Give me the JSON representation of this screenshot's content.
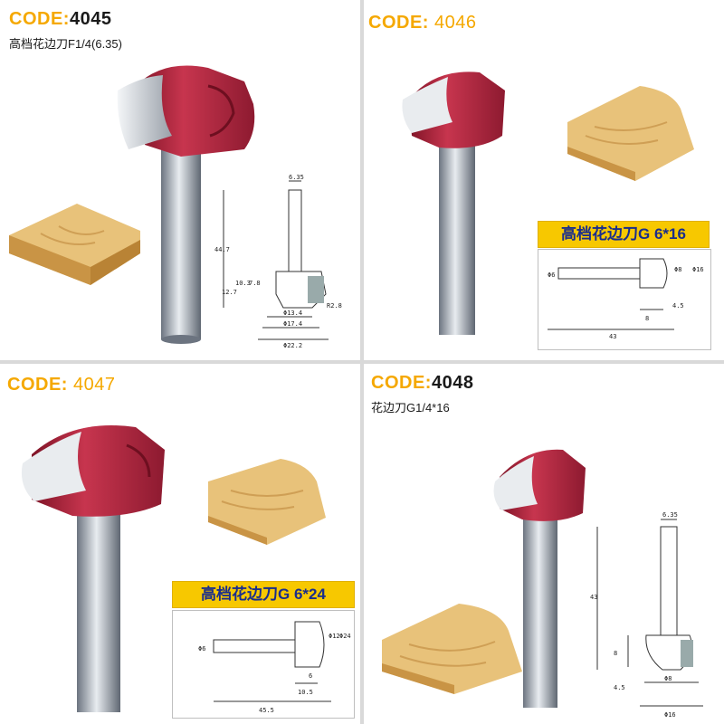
{
  "panels": [
    {
      "code_label": "CODE:",
      "code_number": "4045",
      "subtitle": "高档花边刀F1/4(6.35)",
      "dims": {
        "shank": "6.35",
        "length": "44.7",
        "d1": "Φ13.4",
        "d2": "Φ17.4",
        "d3": "Φ22.2",
        "h1": "7.8",
        "h2": "10.3",
        "h3": "12.7",
        "r": "R2.8"
      }
    },
    {
      "code_label": "CODE:",
      "code_number": "4046",
      "badge": "高档花边刀G 6*16",
      "dims": {
        "shank": "Φ6",
        "cut": "Φ8",
        "dia": "Φ16",
        "l1": "8",
        "l2": "4.5",
        "total": "43"
      }
    },
    {
      "code_label": "CODE:",
      "code_number": "4047",
      "badge": "高档花边刀G 6*24",
      "dims": {
        "shank": "Φ6",
        "cut": "Φ12",
        "dia": "Φ24",
        "l1": "6",
        "l2": "10.5",
        "total": "45.5"
      }
    },
    {
      "code_label": "CODE:",
      "code_number": "4048",
      "subtitle": "花边刀G1/4*16",
      "dims": {
        "shank": "6.35",
        "length": "43",
        "cut": "8",
        "l2": "4.5",
        "d1": "Φ8",
        "d2": "Φ16"
      }
    }
  ],
  "colors": {
    "code_orange": "#f5a800",
    "badge_yellow": "#f7c800",
    "badge_text": "#1a2d8c",
    "bit_red": "#b0243c",
    "shank_steel": "#8f98a4",
    "wood": "#e2b86a"
  }
}
